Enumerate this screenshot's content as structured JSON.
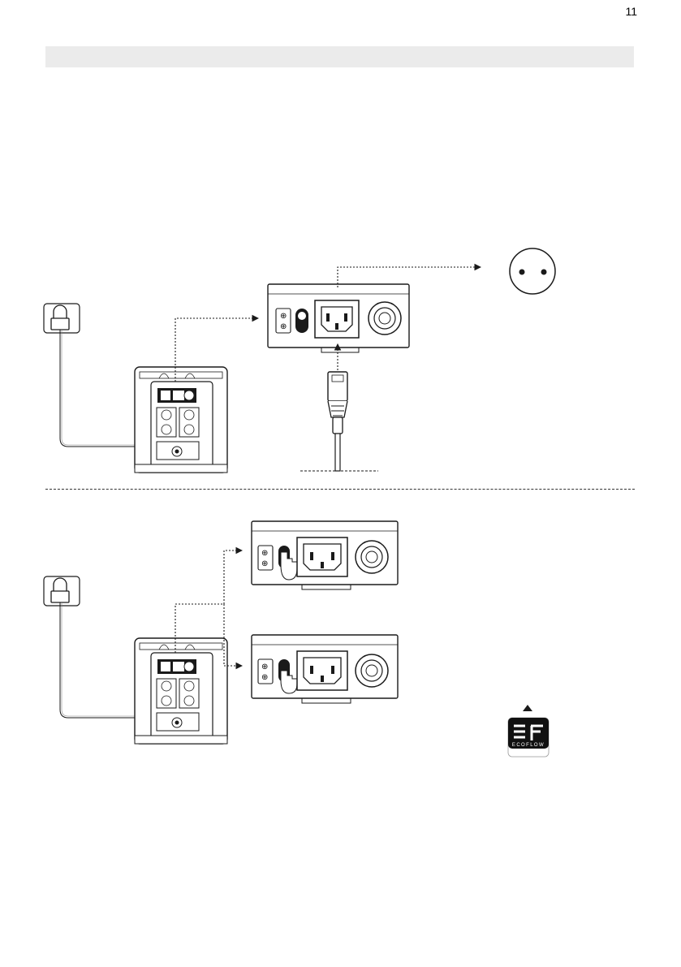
{
  "page": {
    "number": "11"
  },
  "logo": {
    "text": "ECOFLOW",
    "mark": "EF"
  },
  "colors": {
    "line": "#1a1a1a",
    "band": "#ebebeb",
    "logo_bg": "#111111"
  },
  "icons": [
    "wall-outlet-icon",
    "plug-icon",
    "socket-icon",
    "power-cord-icon",
    "hand-pointer-icon",
    "up-arrow-icon"
  ]
}
